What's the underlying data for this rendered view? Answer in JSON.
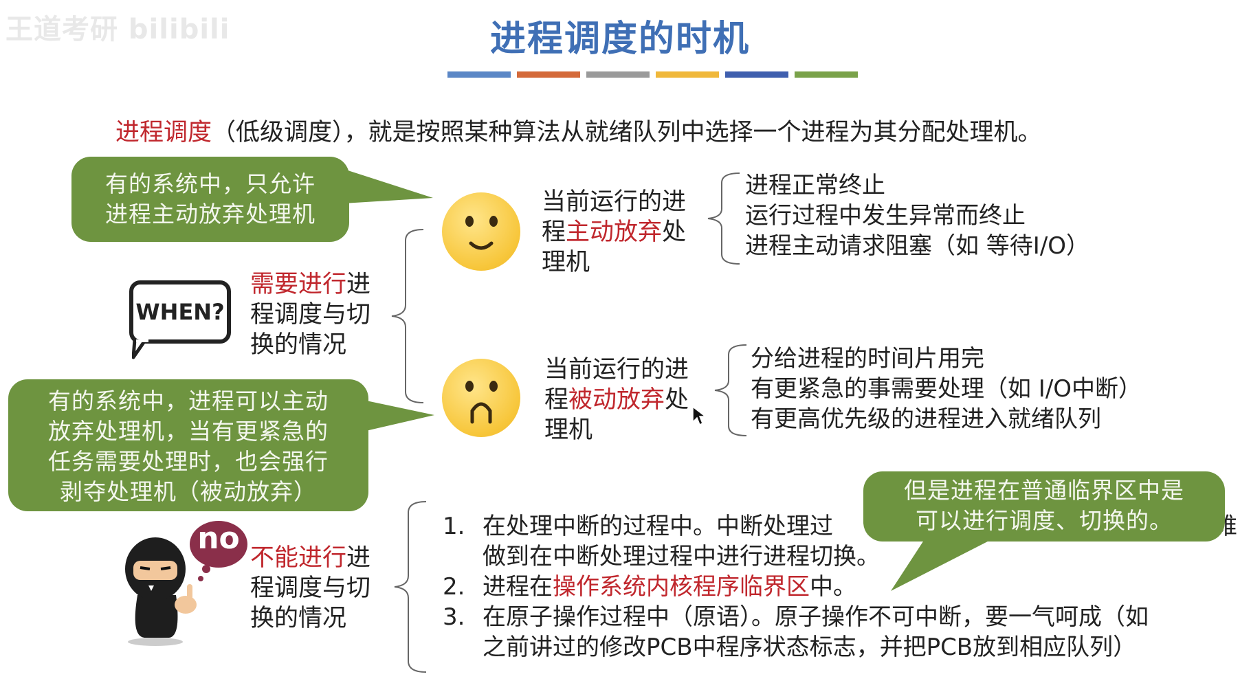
{
  "watermark": "王道考研 bilibili",
  "title": "进程调度的时机",
  "colors": {
    "title": "#3f6fb5",
    "highlight": "#c0272d",
    "bubble": "#6e9440",
    "bars": [
      "#5b87c6",
      "#d46a3a",
      "#9a9a9a",
      "#f0b83b",
      "#3f5fae",
      "#7aa24a"
    ]
  },
  "intro": {
    "term": "进程调度",
    "rest": "（低级调度），就是按照某种算法从就绪队列中选择一个进程为其分配处理机。"
  },
  "bubbles": {
    "active": [
      "有的系统中，只允许",
      "进程主动放弃处理机"
    ],
    "passive": [
      "有的系统中，进程可以主动",
      "放弃处理机，当有更紧急的",
      "任务需要处理时，也会强行",
      "剥夺处理机（被动放弃）"
    ],
    "critical": [
      "但是进程在普通临界区中是",
      "可以进行调度、切换的。"
    ]
  },
  "when_icon": {
    "text": "WHEN?"
  },
  "no_icon": {
    "text": "no"
  },
  "need": {
    "highlight": "需要进行",
    "l1_rest": "进",
    "l2": "程调度与切",
    "l3": "换的情况"
  },
  "cannot": {
    "highlight": "不能进行",
    "l1_rest": "进",
    "l2": "程调度与切",
    "l3": "换的情况"
  },
  "active": {
    "face": "smile-face-icon",
    "l1": "当前运行的进",
    "l2_pre": "程",
    "l2_hl": "主动放弃",
    "l2_post": "处",
    "l3": "理机",
    "items": [
      "进程正常终止",
      "运行过程中发生异常而终止",
      "进程主动请求阻塞（如 等待I/O）"
    ]
  },
  "passive": {
    "face": "sad-face-icon",
    "l1": "当前运行的进",
    "l2_pre": "程",
    "l2_hl": "被动放弃",
    "l2_post": "处",
    "l3": "理机",
    "items": [
      "分给进程的时间片用完",
      "有更紧急的事需要处理（如 I/O中断）",
      "有更高优先级的进程进入就绪队列"
    ]
  },
  "cannot_items": {
    "i1": {
      "num": "1.",
      "l1": "在处理中断的过程中。中断处理过",
      "l1_tail": "难",
      "l2": "做到在中断处理过程中进行进程切换。"
    },
    "i2": {
      "num": "2.",
      "pre": "进程在",
      "hl": "操作系统内核程序临界区",
      "post": "中。"
    },
    "i3": {
      "num": "3.",
      "l1": "在原子操作过程中（原语）。原子操作不可中断，要一气呵成（如",
      "l2": "之前讲过的修改PCB中程序状态标志，并把PCB放到相应队列）"
    }
  }
}
